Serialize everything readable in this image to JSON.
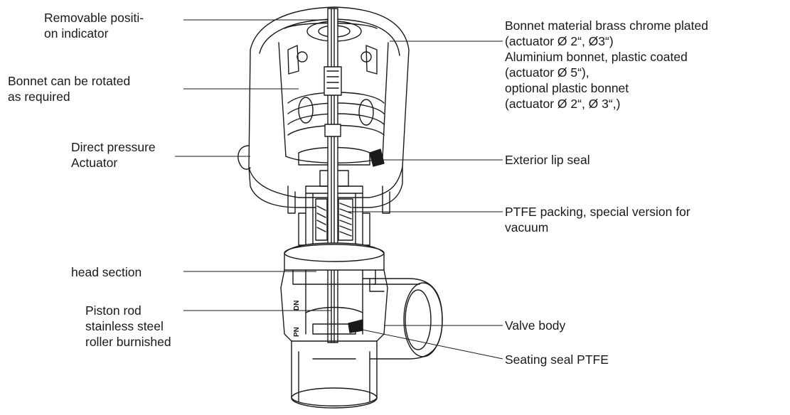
{
  "labels_left": [
    {
      "lines": [
        "Removable positi-",
        "on indicator"
      ]
    },
    {
      "lines": [
        "Bonnet can be rotated",
        "as required"
      ]
    },
    {
      "lines": [
        "Direct pressure",
        "Actuator"
      ]
    },
    {
      "lines": [
        "head section"
      ]
    },
    {
      "lines": [
        "Piston rod",
        "stainless steel",
        "roller burnished"
      ]
    }
  ],
  "labels_right": [
    {
      "lines": [
        "Bonnet material brass chrome plated",
        "(actuator Ø 2“, Ø3“)",
        "Aluminium bonnet, plastic coated",
        "(actuator Ø 5“),",
        "optional plastic bonnet",
        "(actuator Ø 2“, Ø 3“,)"
      ]
    },
    {
      "lines": [
        "Exterior lip seal"
      ]
    },
    {
      "lines": [
        "PTFE packing, special version for",
        "vacuum"
      ]
    },
    {
      "lines": [
        "Valve body"
      ]
    },
    {
      "lines": [
        "Seating seal PTFE"
      ]
    }
  ],
  "body_marks": [
    "DN",
    "PN"
  ]
}
